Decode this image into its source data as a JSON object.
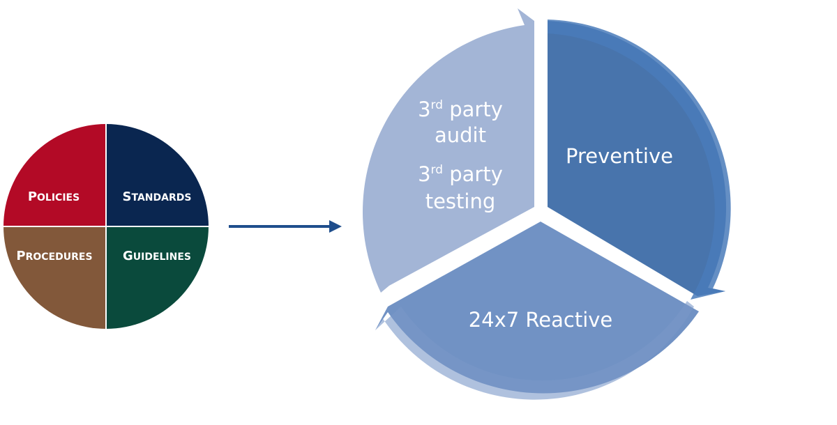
{
  "quadrant_circle": {
    "quadrants": [
      {
        "id": "policies",
        "big": "P",
        "small": "OLICIES",
        "color": "#b30a26"
      },
      {
        "id": "standards",
        "big": "S",
        "small": "TANDARDS",
        "color": "#0a2650"
      },
      {
        "id": "procedures",
        "big": "P",
        "small": "ROCEDURES",
        "color": "#82583a"
      },
      {
        "id": "guidelines",
        "big": "G",
        "small": "UIDELINES",
        "color": "#0a4a3c"
      }
    ]
  },
  "connector_arrow": {
    "color": "#1f4e8c"
  },
  "cycle": {
    "audit_segment": {
      "color": "#a3b5d6",
      "lines": [
        {
          "base": "3",
          "sup": "rd",
          "rest": " party"
        },
        {
          "base": "audit",
          "sup": "",
          "rest": ""
        },
        {
          "base": "3",
          "sup": "rd",
          "rest": " party"
        },
        {
          "base": "testing",
          "sup": "",
          "rest": ""
        }
      ]
    },
    "preventive_segment": {
      "color": "#4874ac",
      "label": "Preventive"
    },
    "reactive_segment": {
      "color": "#7192c4",
      "label": "24x7 Reactive"
    }
  }
}
